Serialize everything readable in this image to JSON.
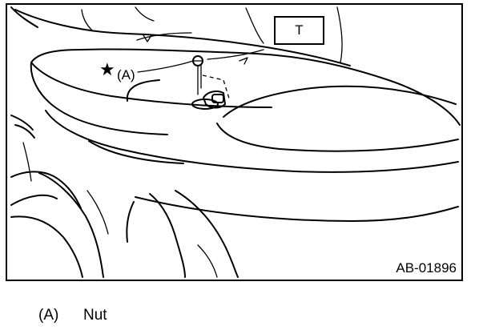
{
  "figure": {
    "tool_label": "T",
    "callout_star": "★",
    "callout_label": "(A)",
    "figure_code": "AB-01896"
  },
  "legend": {
    "items": [
      {
        "key": "(A)",
        "text": "Nut"
      }
    ]
  }
}
